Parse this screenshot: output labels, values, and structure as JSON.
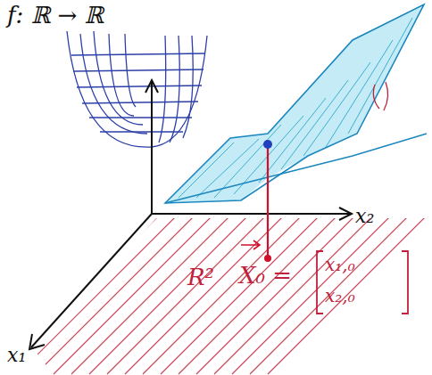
{
  "diagram": {
    "labels": [
      "f: ℝ → ℝ",
      "x₂",
      "x₁",
      "R²",
      "X₀ =",
      "x₁,₀",
      "x₂,₀"
    ]
  }
}
